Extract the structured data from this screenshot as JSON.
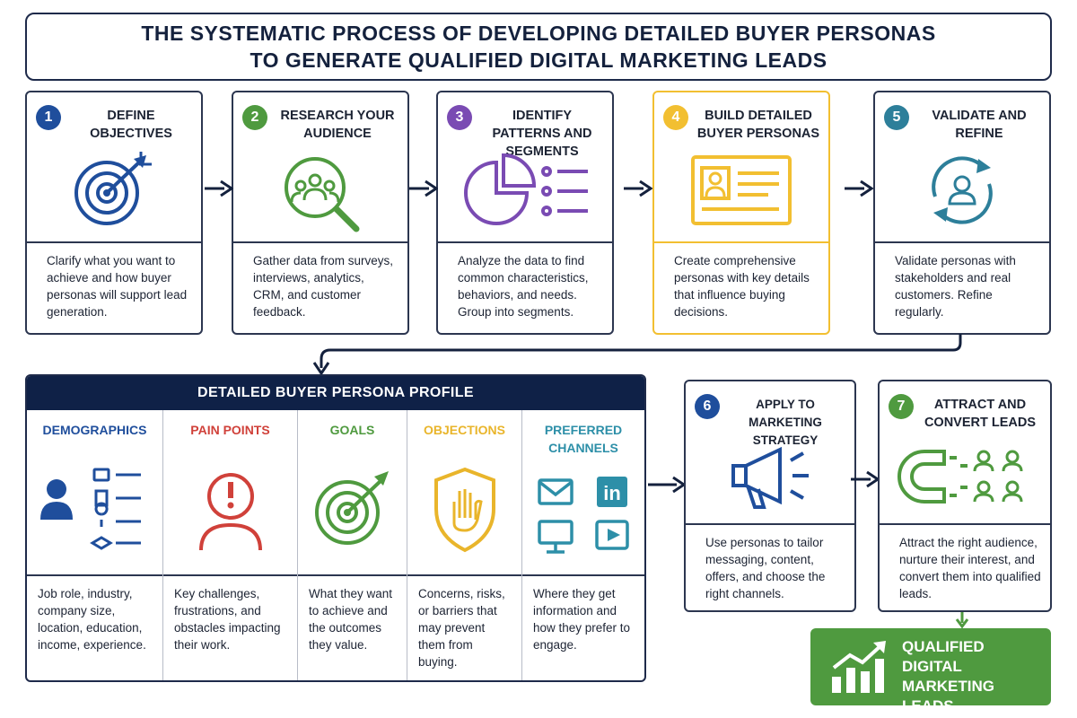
{
  "title": {
    "line1": "THE SYSTEMATIC PROCESS OF DEVELOPING DETAILED BUYER PERSONAS",
    "line2": "TO GENERATE QUALIFIED DIGITAL MARKETING LEADS"
  },
  "steps": [
    {
      "num": "1",
      "title": "DEFINE OBJECTIVES",
      "color": "#1f4e9c",
      "icon": "target-icon",
      "desc": "Clarify what you want to achieve and how buyer personas will support lead generation."
    },
    {
      "num": "2",
      "title": "RESEARCH YOUR AUDIENCE",
      "color": "#4f9a3f",
      "icon": "audience-search-icon",
      "desc": "Gather data from surveys, interviews, analytics, CRM, and customer feedback."
    },
    {
      "num": "3",
      "title": "IDENTIFY PATTERNS AND SEGMENTS",
      "color": "#7a4bb3",
      "icon": "pie-chart-icon",
      "desc": "Analyze the data to find common characteristics, behaviors, and needs. Group into segments."
    },
    {
      "num": "4",
      "title": "BUILD DETAILED BUYER PERSONAS",
      "color": "#f2bf31",
      "icon": "persona-card-icon",
      "desc": "Create comprehensive personas with key details that influence buying decisions."
    },
    {
      "num": "5",
      "title": "VALIDATE AND REFINE",
      "color": "#2d7f9a",
      "icon": "refresh-user-icon",
      "desc": "Validate personas with stakeholders and real customers. Refine regularly."
    },
    {
      "num": "6",
      "title": "APPLY TO MARKETING STRATEGY",
      "color": "#1f4e9c",
      "icon": "megaphone-icon",
      "desc": "Use personas to tailor messaging, content, offers, and choose the right channels."
    },
    {
      "num": "7",
      "title": "ATTRACT AND CONVERT LEADS",
      "color": "#4f9a3f",
      "icon": "magnet-icon",
      "desc": "Attract the right audience, nurture their interest, and convert them into qualified leads."
    }
  ],
  "persona": {
    "header": "DETAILED BUYER PERSONA PROFILE",
    "columns": [
      {
        "title": "DEMOGRAPHICS",
        "color": "#1f4e9c",
        "icon": "user-info-icon",
        "desc": "Job role, industry, company size, location, education, income, experience."
      },
      {
        "title": "PAIN POINTS",
        "color": "#d0413a",
        "icon": "pain-point-icon",
        "desc": "Key challenges, frustrations, and obstacles impacting their work."
      },
      {
        "title": "GOALS",
        "color": "#4f9a3f",
        "icon": "goal-target-icon",
        "desc": "What they want to achieve and the outcomes they value."
      },
      {
        "title": "OBJECTIONS",
        "color": "#e9b52b",
        "icon": "shield-hand-icon",
        "desc": "Concerns, risks, or barriers that may prevent them from buying."
      },
      {
        "title": "PREFERRED CHANNELS",
        "color": "#2d8fa8",
        "icon": "channels-icon",
        "desc": "Where they get information and how they prefer to engage."
      }
    ]
  },
  "result": {
    "line1": "QUALIFIED",
    "line2": "DIGITAL MARKETING",
    "line3": "LEADS",
    "icon": "growth-chart-icon",
    "color": "#4f9a3f"
  },
  "icons": {
    "linkedin_text": "in"
  }
}
